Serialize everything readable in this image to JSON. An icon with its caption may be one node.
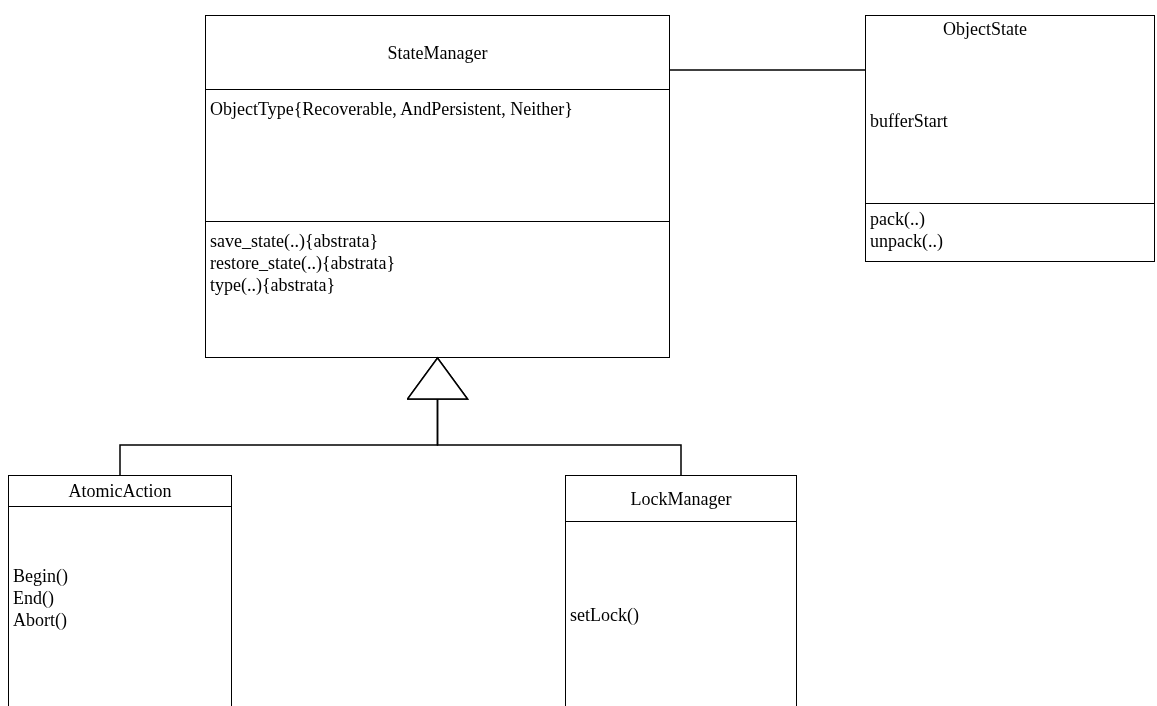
{
  "diagram": {
    "nodes": [
      {
        "text": [
          "StateManager",
          "ObjectType{Recoverable, AndPersistent, Neither}",
          "save_state(..){abstrata}",
          "restore_state(..){abstrata}",
          "type(..){abstrata}"
        ]
      },
      {
        "text": [
          "ObjectState",
          "bufferStart",
          "pack(..)",
          "unpack(..)"
        ]
      },
      {
        "text": [
          "AtomicAction",
          "Begin()",
          "End()",
          "Abort()"
        ]
      },
      {
        "text": [
          "LockManager",
          "setLock()"
        ]
      }
    ],
    "edges": [
      {
        "from": 0,
        "to": 1,
        "arrow": "none"
      },
      {
        "from": 2,
        "to": 0,
        "arrow": "to"
      },
      {
        "from": 3,
        "to": 0,
        "arrow": "to"
      }
    ]
  }
}
